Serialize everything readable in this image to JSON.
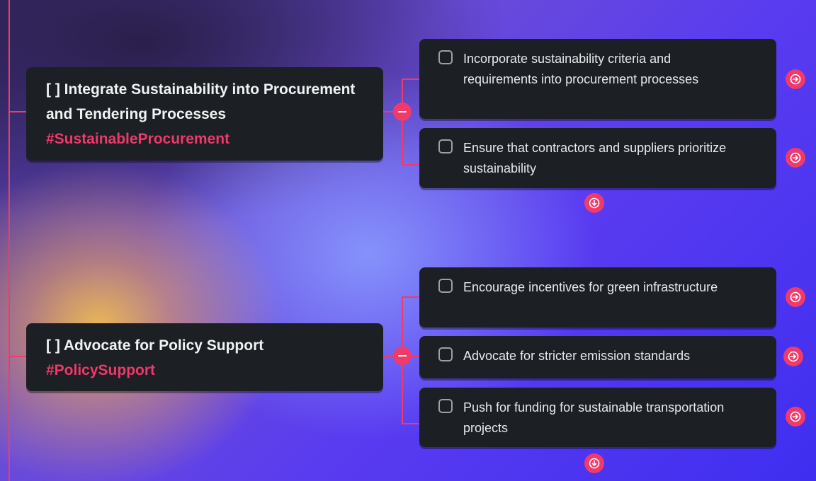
{
  "colors": {
    "accent": "#ef3b6b",
    "card": "#1c1f23",
    "text": "#f1f2f4"
  },
  "groups": [
    {
      "title": "[ ] Integrate Sustainability into Procurement and Tendering Processes",
      "tag": "#SustainableProcurement",
      "children": [
        "Incorporate sustainability criteria and requirements into procurement processes",
        "Ensure that contractors and suppliers prioritize sustainability"
      ]
    },
    {
      "title": "[ ] Advocate for Policy Support",
      "tag": "#PolicySupport",
      "children": [
        "Encourage incentives for green infrastructure",
        "Advocate for stricter emission standards",
        "Push for funding for sustainable transportation projects"
      ]
    }
  ],
  "icons": {
    "collapse": "minus-icon",
    "open": "arrow-right-icon",
    "more": "arrow-down-icon",
    "checkbox": "checkbox-icon"
  }
}
